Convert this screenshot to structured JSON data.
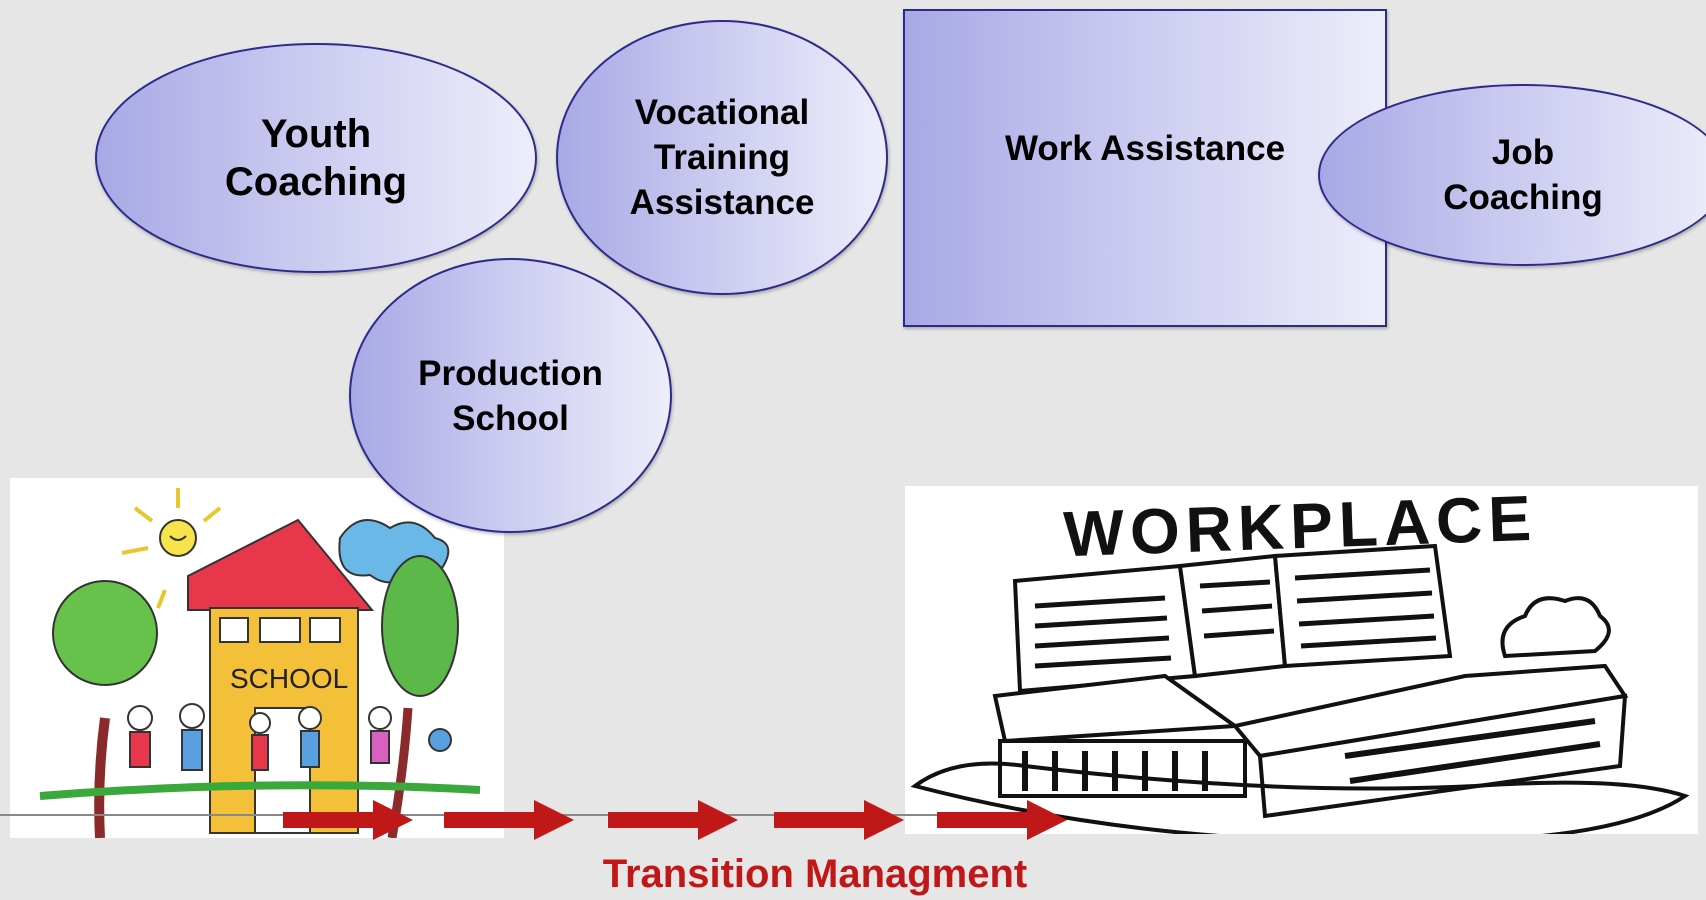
{
  "shapes": {
    "youth": "Youth\nCoaching",
    "vocational": "Vocational\nTraining\nAssistance",
    "work": "Work Assistance",
    "job": "Job\nCoaching",
    "production": "Production\nSchool"
  },
  "images": {
    "school_sign": "SCHOOL",
    "workplace_title": "WORKPLACE"
  },
  "transition_label": "Transition Managment",
  "colors": {
    "background": "#e6e6e6",
    "shape_border": "#2b2b8c",
    "arrow": "#c01818",
    "label": "#c01818"
  }
}
